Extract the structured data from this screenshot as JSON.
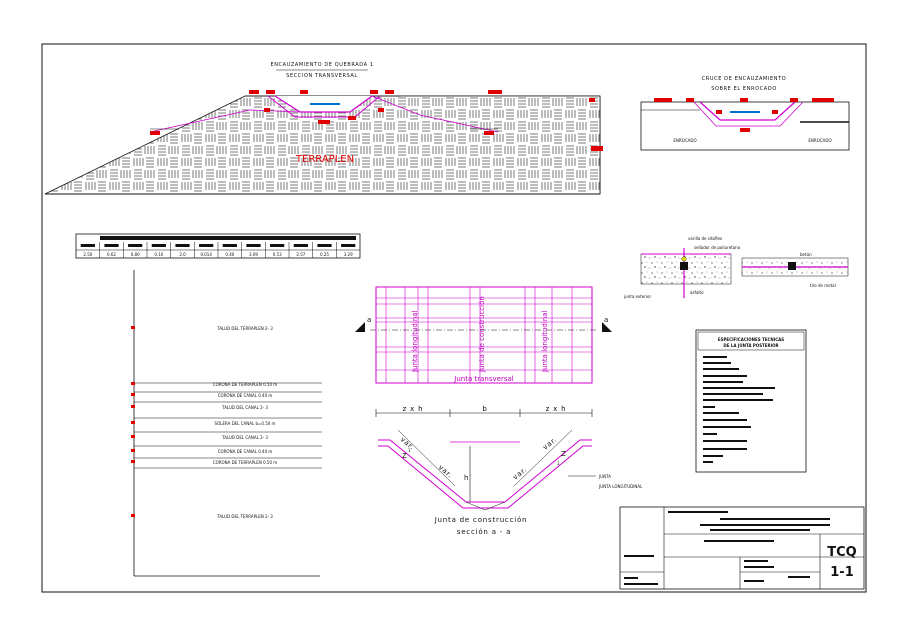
{
  "section": {
    "title": "ENCAUZAMIENTO DE QUEBRADA 1",
    "subtitle": "SECCION TRANSVERSAL",
    "fill_label": "TERRAPLEN"
  },
  "crossing": {
    "title": "CRUCE DE ENCAUZAMIENTO",
    "subtitle": "SOBRE EL ENROCADO",
    "left_label": "ENROCADO",
    "right_label": "ENROCADO"
  },
  "scale_values": [
    "2.50",
    "0.62",
    "0.80",
    "0.10",
    "2.0",
    "0.014",
    "0.40",
    "3.09",
    "0.53",
    "2.57",
    "0.25",
    "3.29"
  ],
  "profile_labels": [
    "TALUD DEL TERRAPLEN 2- 3",
    "CORONA DE TERRAPLEN 0.50 m",
    "CORONA DE CANAL 0.40 m",
    "TALUD DEL CANAL 2- 3",
    "SOLERA DEL CANAL b=0.50 m",
    "TALUD DEL CANAL 2- 3",
    "CORONA DE CANAL 0.40 m",
    "CORONA DE TERRAPLEN 0.50 m",
    "TALUD DEL TERRAPLEN 2- 3"
  ],
  "joint_plan": {
    "left_long": "Junta longitudinal",
    "center": "Junta de construcción",
    "right_long": "Junta longitudinal",
    "transversal": "Junta transversal",
    "cut_left": "a",
    "cut_right": "a"
  },
  "joint_section": {
    "dim_left": "z x h",
    "dim_center": "b",
    "dim_right": "z x h",
    "var_left": "var.",
    "var_mid_left": "var.",
    "var_mid_right": "var.",
    "var_right": "var.",
    "h": "h",
    "z_left": "Z",
    "one_left": "1",
    "z_right": "Z",
    "one_right": "1",
    "note": "JUNTA LONGITUDINAL",
    "caption1": "Junta de construcción",
    "caption2": "sección a - a"
  },
  "joint_details": {
    "rod": "varilla de sitoflex",
    "sealant": "sellador de poliuretano",
    "asphalt": "asfalto",
    "outer": "junta exterior",
    "betun": "betún",
    "metal": "tiro de metal"
  },
  "specs_box": {
    "title1": "ESPECIFICACIONES TECNICAS",
    "title2": "DE LA JUNTA POSTERIOR"
  },
  "title_block": {
    "code": "TCQ",
    "sheet": "1-1"
  },
  "colors": {
    "red": "#e00000",
    "magenta": "#d000d0",
    "blue": "#0070d0",
    "ink": "#111111"
  }
}
